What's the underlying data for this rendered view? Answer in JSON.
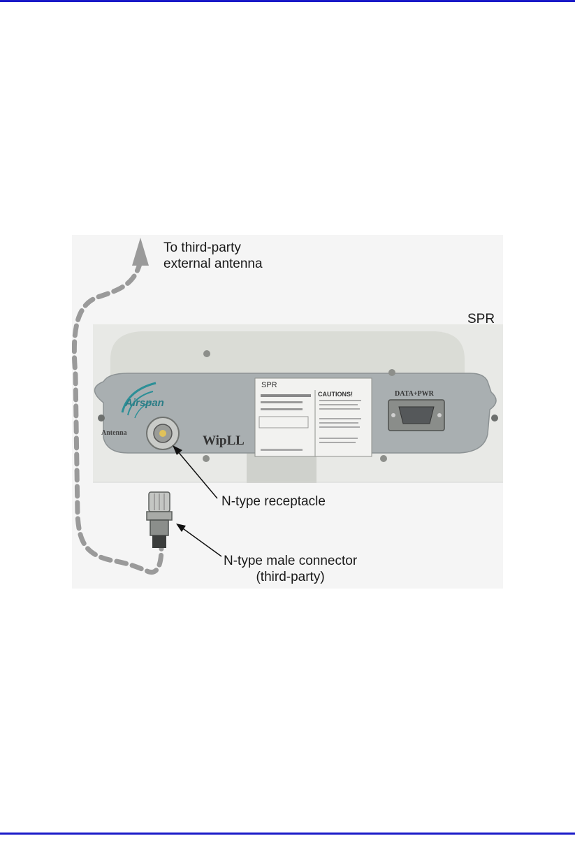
{
  "figure": {
    "callouts": {
      "antenna_line1": "To third-party",
      "antenna_line2": "external antenna",
      "spr": "SPR",
      "receptacle": "N-type receptacle",
      "male_line1": "N-type male connector",
      "male_line2": "(third-party)"
    },
    "device": {
      "brand": "Airspan",
      "antenna_port": "Antenna",
      "model": "WipLL",
      "data_port": "DATA+PWR",
      "label_title": "SPR",
      "label_caution": "CAUTIONS!"
    },
    "colors": {
      "rule": "#1a1ac8",
      "cable": "#9a9a9a",
      "panel": "#a9afb1",
      "housing": "#d9dcd6"
    }
  }
}
